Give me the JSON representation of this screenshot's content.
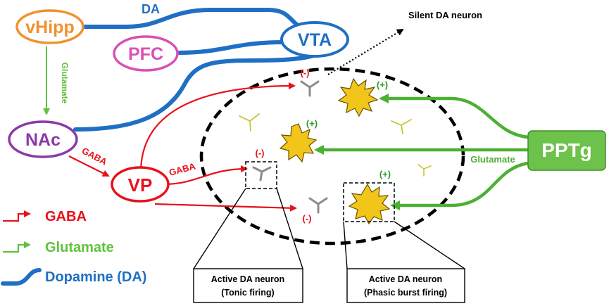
{
  "nodes": {
    "vhipp": "vHipp",
    "pfc": "PFC",
    "vta": "VTA",
    "nac": "NAc",
    "vp": "VP",
    "pptg": "PPTg"
  },
  "edge_labels": {
    "da_top": "DA",
    "glutamate_vertical": "Glutamate",
    "gaba_nac_vp": "GABA",
    "gaba_vp_tonic": "GABA",
    "glutamate_pptg": "Glutamate"
  },
  "signs": {
    "silent": "(-)",
    "tonic": "(-)",
    "bottom": "(-)",
    "burst_top": "(+)",
    "burst_middle": "(+)",
    "burst_box": "(+)"
  },
  "annotations": {
    "silent_da_neuron": "Silent DA neuron"
  },
  "callouts": {
    "tonic": {
      "line1": "Active DA neuron",
      "line2": "(Tonic firing)"
    },
    "phasic": {
      "line1": "Active DA neuron",
      "line2": "(Phasic burst firing)"
    }
  },
  "legend": {
    "gaba": "GABA",
    "glutamate": "Glutamate",
    "dopamine": "Dopamine (DA)"
  },
  "colors": {
    "gaba": "#e8111b",
    "glutamate": "#5fc23c",
    "dopamine": "#1f6fc4",
    "vhipp": "#f0922e",
    "pfc": "#d94fb5",
    "nac": "#8b3aa8",
    "pptg_fill": "#6cc24a",
    "burst_fill": "#f2c51b",
    "neuron_gray": "#8c8c8c",
    "neuron_yellow": "#c9c53a"
  }
}
